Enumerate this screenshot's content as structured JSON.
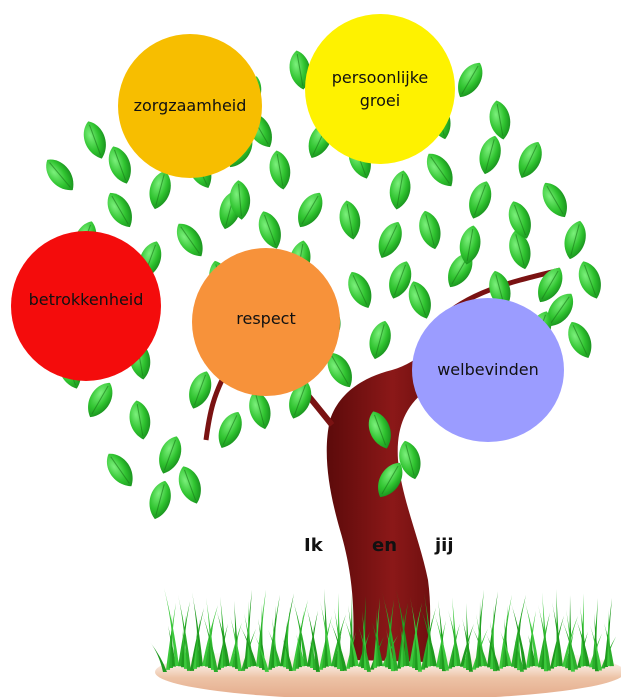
{
  "values": [
    {
      "label": "zorgzaamheid",
      "color": "#F7BE00"
    },
    {
      "label": "persoonlijke\ngroei",
      "color": "#FEF200"
    },
    {
      "label": "betrokkenheid",
      "color": "#F40C0C"
    },
    {
      "label": "respect",
      "color": "#F7923A"
    },
    {
      "label": "welbevinden",
      "color": "#9B9CFF"
    }
  ],
  "trunk_words": [
    "Ik",
    "en",
    "jij"
  ],
  "palette": {
    "leaf_dark": "#1F9A1F",
    "leaf_light": "#5FE65F",
    "trunk": "#7A1212",
    "grass": "#32B832",
    "soil": "#E8B79A"
  },
  "icons": {
    "tree": "tree-illustration",
    "grass": "grass-strip"
  }
}
